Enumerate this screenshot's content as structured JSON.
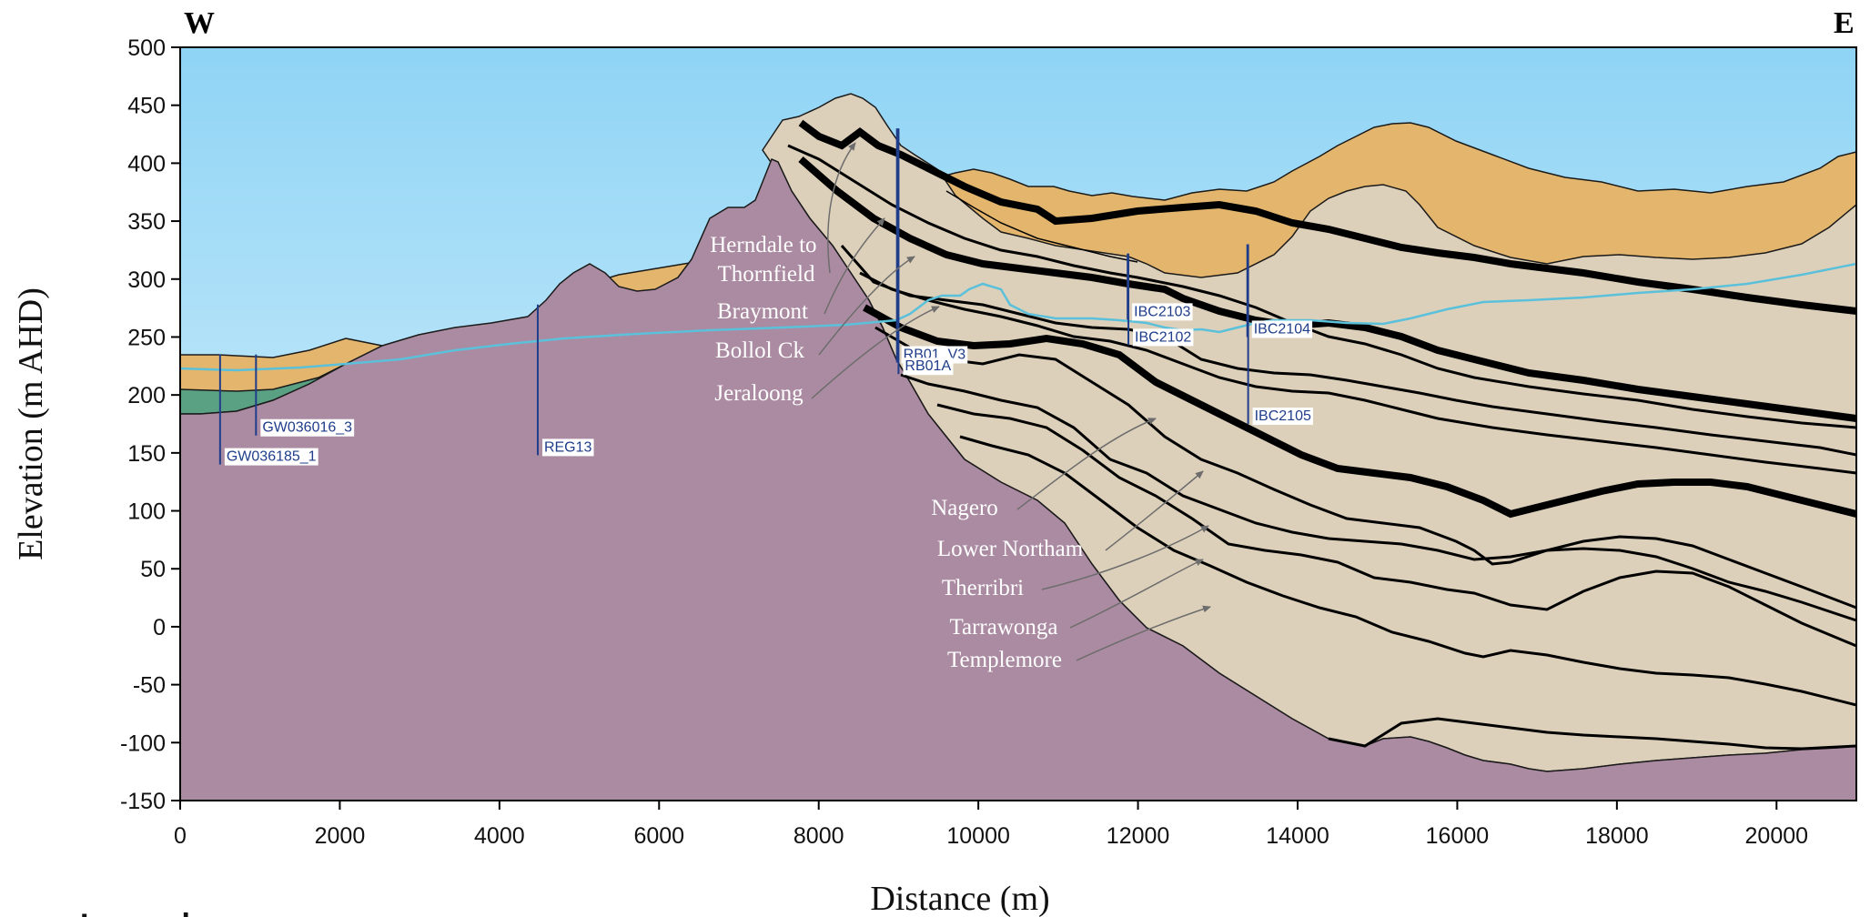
{
  "direction": {
    "west": "W",
    "east": "E"
  },
  "axes": {
    "x_label": "Distance (m)",
    "y_label": "Elevation (m AHD)",
    "x_range": [
      0,
      21000
    ],
    "y_range": [
      -150,
      500
    ],
    "x_ticks": [
      "0",
      "2000",
      "4000",
      "6000",
      "8000",
      "10000",
      "12000",
      "14000",
      "16000",
      "18000",
      "20000"
    ],
    "y_ticks": [
      "500",
      "450",
      "400",
      "350",
      "300",
      "250",
      "200",
      "150",
      "100",
      "50",
      "0",
      "-50",
      "-100",
      "-150"
    ]
  },
  "units_upper": [
    {
      "label_lines": [
        "Herndale to",
        "Thornfield"
      ]
    },
    {
      "label_lines": [
        "Braymont"
      ]
    },
    {
      "label_lines": [
        "Bollol Ck"
      ]
    },
    {
      "label_lines": [
        "Jeraloong"
      ]
    }
  ],
  "units_lower": [
    {
      "label": "Nagero"
    },
    {
      "label": "Lower Northam"
    },
    {
      "label": "Therribri"
    },
    {
      "label": "Tarrawonga"
    },
    {
      "label": "Templemore"
    }
  ],
  "boreholes": [
    {
      "name": "GW036185_1",
      "x": 500,
      "top": 235,
      "bottom": 140
    },
    {
      "name": "GW036016_3",
      "x": 950,
      "top": 235,
      "bottom": 165
    },
    {
      "name": "REG13",
      "x": 4480,
      "top": 278,
      "bottom": 148
    },
    {
      "name": "RB01_V3",
      "x": 8980,
      "top": 430,
      "bottom": 228
    },
    {
      "name": "RB01A",
      "x": 9000,
      "top": 430,
      "bottom": 218
    },
    {
      "name": "IBC2103",
      "x": 11870,
      "top": 322,
      "bottom": 265
    },
    {
      "name": "IBC2102",
      "x": 11880,
      "top": 322,
      "bottom": 243
    },
    {
      "name": "IBC2104",
      "x": 13370,
      "top": 330,
      "bottom": 250
    },
    {
      "name": "IBC2105",
      "x": 13380,
      "top": 330,
      "bottom": 175
    }
  ],
  "colors": {
    "sky_top": "#8fd4f5",
    "sky_bottom": "#e6f6fd",
    "basement": "#ab8ba1",
    "sediments": "#ddd0bb",
    "regolith": "#e3b56d",
    "alluvium": "#5aa184",
    "water_table": "#5bc0da",
    "borehole": "#1f3d8a"
  },
  "legend": {
    "title": "Legend"
  }
}
